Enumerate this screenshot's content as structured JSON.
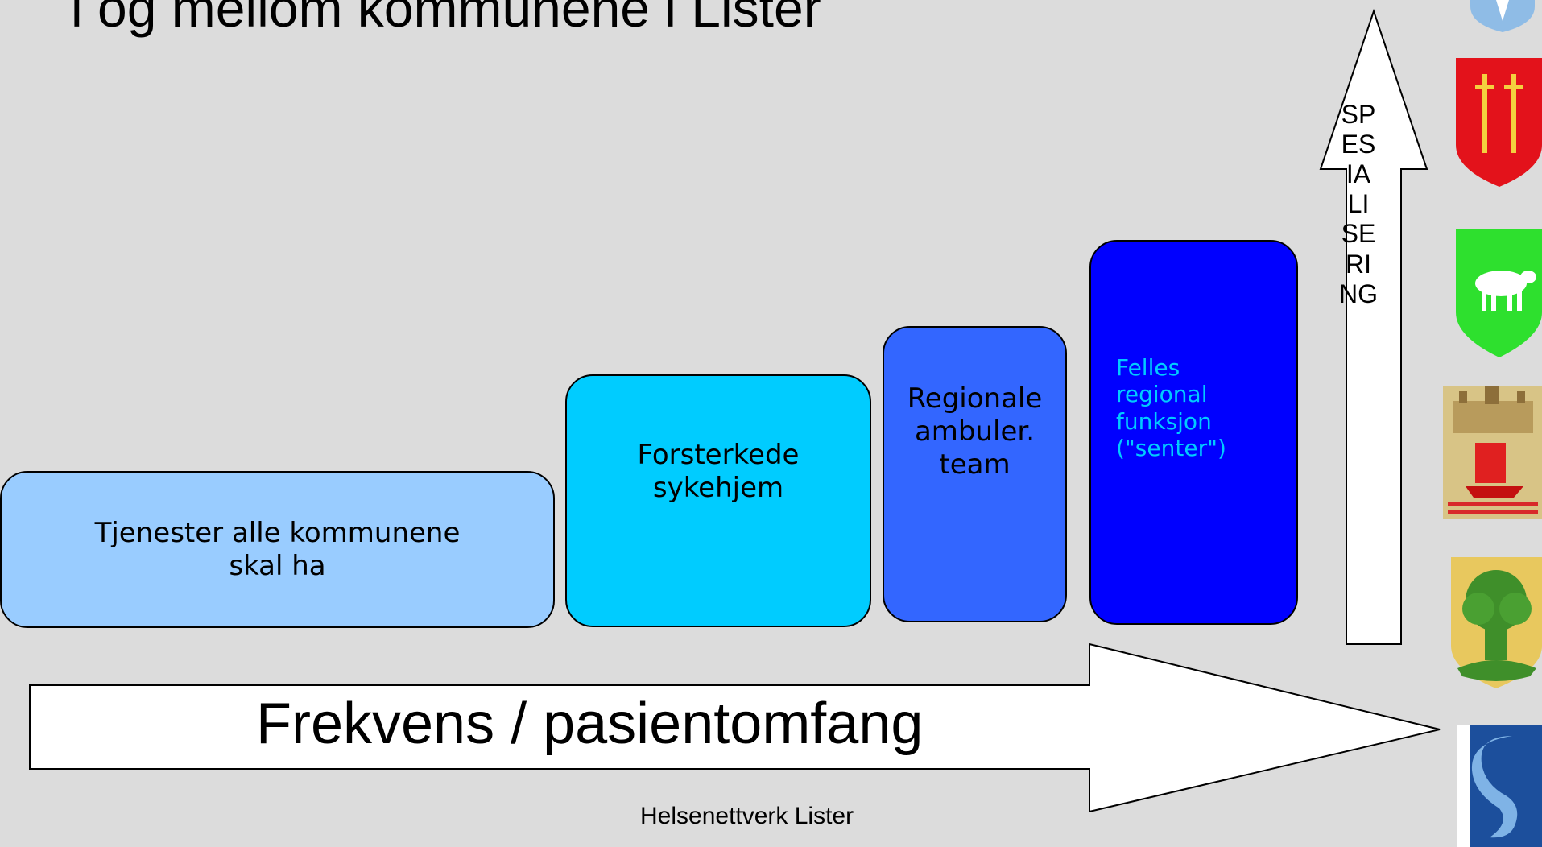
{
  "title": "i og mellom kommunene i Lister",
  "colors": {
    "background": "#dcdcdc",
    "box1": "#99ccff",
    "box2": "#00ccff",
    "box3": "#3366ff",
    "box4": "#0000ff",
    "box4_text": "#00ccff"
  },
  "boxes": [
    {
      "label": "Tjenester alle kommunene\nskal ha"
    },
    {
      "label": "Forsterkede\nsykehjem"
    },
    {
      "label": "Regionale\nambuler.\nteam"
    },
    {
      "label": "Felles\nregional\nfunksjon\n(\"senter\")"
    }
  ],
  "arrows": {
    "horizontal_label": "Frekvens / pasientomfang",
    "vertical_label": "SPESIALISERING"
  },
  "footer": "Helsenettverk Lister",
  "crests": [
    "crest-icon",
    "red-crest-icon",
    "green-cow-crest-icon",
    "ship-crest-icon",
    "tree-crest-icon",
    "blue-s-crest-icon"
  ]
}
